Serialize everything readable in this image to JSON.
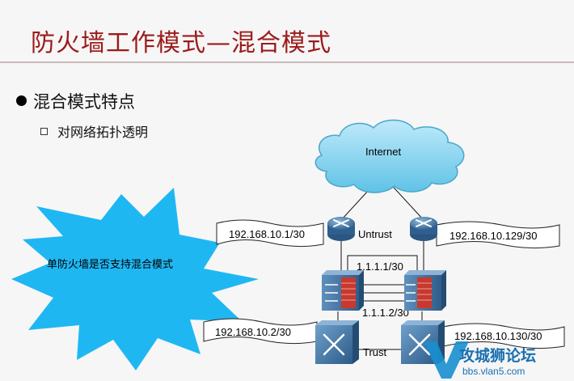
{
  "slide": {
    "title": "防火墙工作模式—混合模式",
    "bullet_1": "混合模式特点",
    "bullet_2": "对网络拓扑透明"
  },
  "diagram": {
    "cloud_label": "Internet",
    "untrust_label": "Untrust",
    "trust_label": "Trust",
    "ip_router_left": "192.168.10.1/30",
    "ip_router_right": "192.168.10.129/30",
    "ip_fw_top": "1.1.1.1/30",
    "ip_fw_bottom": "1.1.1.2/30",
    "ip_switch_left": "192.168.10.2/30",
    "ip_switch_right": "192.168.10.130/30",
    "starburst_text": "单防火墙是否支持混合模式"
  },
  "watermark": {
    "brand": "攻城狮论坛",
    "url": "bbs.vlan5.com"
  },
  "colors": {
    "title": "#9c1b1b",
    "cloud": "#7fd0ec",
    "starburst": "#1fb7f2",
    "device_blue": "#3c74a8",
    "firewall_red": "#c8382e"
  }
}
